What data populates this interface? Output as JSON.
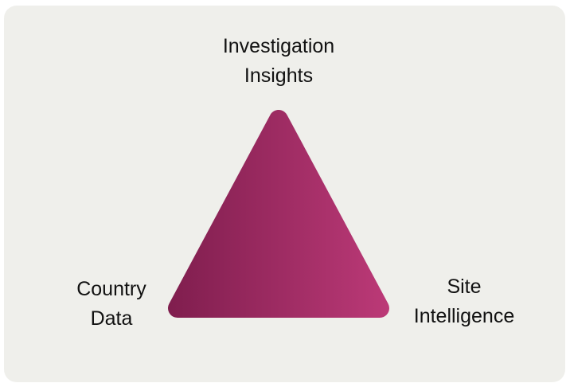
{
  "diagram": {
    "top_label": [
      "Investigation",
      "Insights"
    ],
    "left_label": [
      "Country",
      "Data"
    ],
    "right_label": [
      "Site",
      "Intelligence"
    ],
    "colors": {
      "gradient_start": "#7e1d4d",
      "gradient_end": "#bd3a78",
      "background": "#efefeb"
    }
  }
}
